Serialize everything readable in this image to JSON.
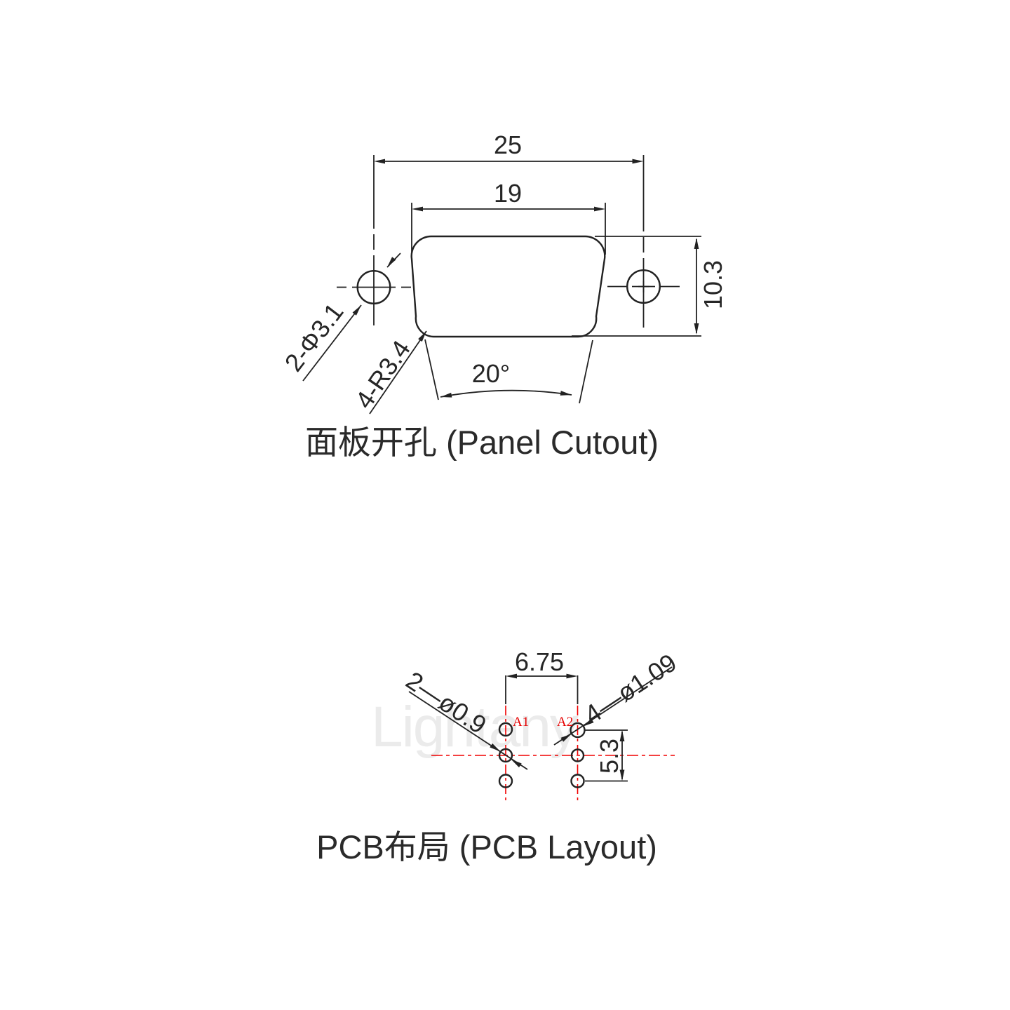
{
  "watermark": "Lightany",
  "colors": {
    "line_black": "#222222",
    "accent_red": "#f00000",
    "watermark_gray": "#ebebeb"
  },
  "panel_cutout": {
    "title": "面板开孔 (Panel Cutout)",
    "dims": {
      "outer_width": "25",
      "inner_width": "19",
      "height": "10.3",
      "mount_hole_dia": "2-Φ3.1",
      "corner_radius": "4-R3.4",
      "side_angle": "20°"
    }
  },
  "pcb_layout": {
    "title": "PCB布局 (PCB Layout)",
    "dims": {
      "column_pitch": "6.75",
      "row_span": "5.3",
      "signal_hole_dia": "4—ø1.09",
      "mount_pin_dia": "2—ø0.9"
    },
    "pins": {
      "a1": "A1",
      "a2": "A2"
    }
  }
}
